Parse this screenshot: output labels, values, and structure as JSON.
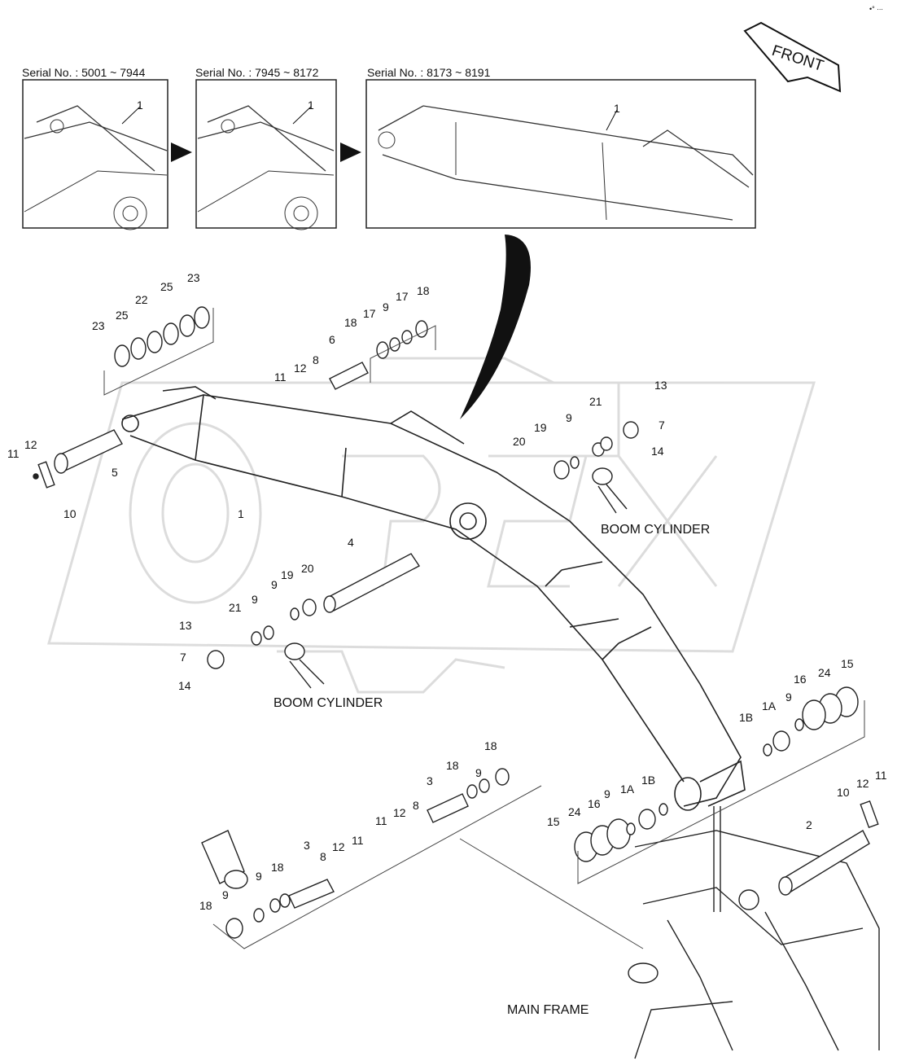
{
  "corner_mark": "•° ∙∙∙",
  "front_label": "FRONT",
  "watermark": "OREX",
  "insets": [
    {
      "serial": "Serial No. : 5001 ~ 7944",
      "part": "1"
    },
    {
      "serial": "Serial No. : 7945 ~ 8172",
      "part": "1"
    },
    {
      "serial": "Serial No. : 8173 ~ 8191",
      "part": "1"
    }
  ],
  "captions": {
    "boom_cylinder_right": "BOOM CYLINDER",
    "boom_cylinder_left": "BOOM CYLINDER",
    "main_frame": "MAIN FRAME"
  },
  "callouts": {
    "top_stack_left": [
      "23",
      "25",
      "22",
      "25",
      "23"
    ],
    "top_pin_group": [
      "18",
      "17",
      "9",
      "17",
      "18",
      "6",
      "8",
      "12",
      "11"
    ],
    "left_end": [
      "11",
      "12",
      "10",
      "5",
      "1"
    ],
    "right_cyl_group": [
      "13",
      "7",
      "21",
      "9",
      "19",
      "20",
      "14"
    ],
    "left_cyl_group": [
      "4",
      "20",
      "19",
      "9",
      "21",
      "9",
      "13",
      "7",
      "14"
    ],
    "foot_stack_right": [
      "15",
      "24",
      "16",
      "9",
      "1A",
      "1B"
    ],
    "foot_stack_left": [
      "15",
      "24",
      "16",
      "9",
      "1A",
      "1B"
    ],
    "foot_pin": [
      "2",
      "10",
      "12",
      "11"
    ],
    "lower_pin_group": [
      "18",
      "9",
      "18",
      "3",
      "8",
      "12",
      "11"
    ],
    "lower_left_group": [
      "3",
      "8",
      "12",
      "11",
      "18",
      "9",
      "18",
      "9"
    ]
  }
}
